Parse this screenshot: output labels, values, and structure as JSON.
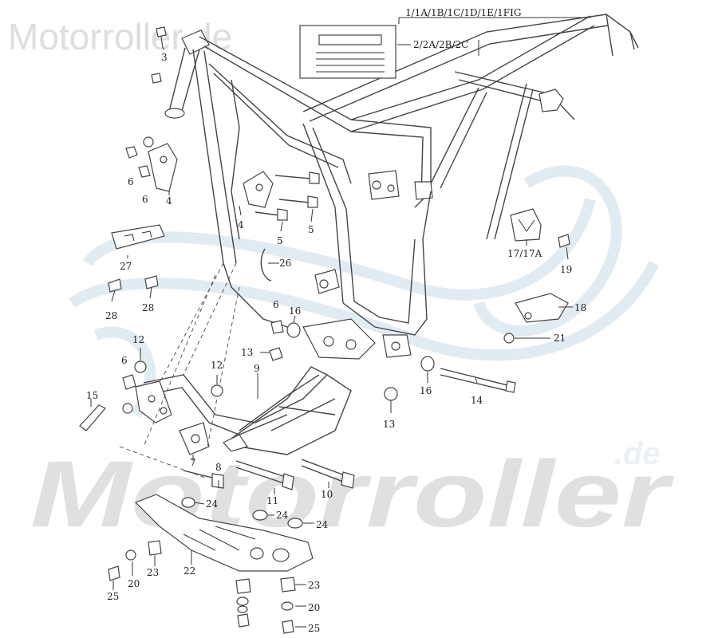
{
  "watermark": {
    "top": "Motorroller.de",
    "big": "Motorroller",
    "de": ".de"
  },
  "parts": [
    {
      "id": "p1",
      "text": "1/1A/1B/1C/1D/1E/1FIG"
    },
    {
      "id": "p2",
      "text": "2/2A/2B/2C"
    },
    {
      "id": "p3",
      "text": "3"
    },
    {
      "id": "p4a",
      "text": "4"
    },
    {
      "id": "p4b",
      "text": "4"
    },
    {
      "id": "p5a",
      "text": "5"
    },
    {
      "id": "p5b",
      "text": "5"
    },
    {
      "id": "p6a",
      "text": "6"
    },
    {
      "id": "p6b",
      "text": "6"
    },
    {
      "id": "p6c",
      "text": "6"
    },
    {
      "id": "p6d",
      "text": "6"
    },
    {
      "id": "p7",
      "text": "7"
    },
    {
      "id": "p8",
      "text": "8"
    },
    {
      "id": "p9",
      "text": "9"
    },
    {
      "id": "p10",
      "text": "10"
    },
    {
      "id": "p11",
      "text": "11"
    },
    {
      "id": "p12a",
      "text": "12"
    },
    {
      "id": "p12b",
      "text": "12"
    },
    {
      "id": "p13a",
      "text": "13"
    },
    {
      "id": "p13b",
      "text": "13"
    },
    {
      "id": "p14",
      "text": "14"
    },
    {
      "id": "p15",
      "text": "15"
    },
    {
      "id": "p16a",
      "text": "16"
    },
    {
      "id": "p16b",
      "text": "16"
    },
    {
      "id": "p17",
      "text": "17/17A"
    },
    {
      "id": "p18",
      "text": "18"
    },
    {
      "id": "p19",
      "text": "19"
    },
    {
      "id": "p20a",
      "text": "20"
    },
    {
      "id": "p20b",
      "text": "20"
    },
    {
      "id": "p21",
      "text": "21"
    },
    {
      "id": "p22",
      "text": "22"
    },
    {
      "id": "p23a",
      "text": "23"
    },
    {
      "id": "p23b",
      "text": "23"
    },
    {
      "id": "p24a",
      "text": "24"
    },
    {
      "id": "p24b",
      "text": "24"
    },
    {
      "id": "p24c",
      "text": "24"
    },
    {
      "id": "p25a",
      "text": "25"
    },
    {
      "id": "p25b",
      "text": "25"
    },
    {
      "id": "p26",
      "text": "26"
    },
    {
      "id": "p27",
      "text": "27"
    },
    {
      "id": "p28a",
      "text": "28"
    },
    {
      "id": "p28b",
      "text": "28"
    }
  ]
}
